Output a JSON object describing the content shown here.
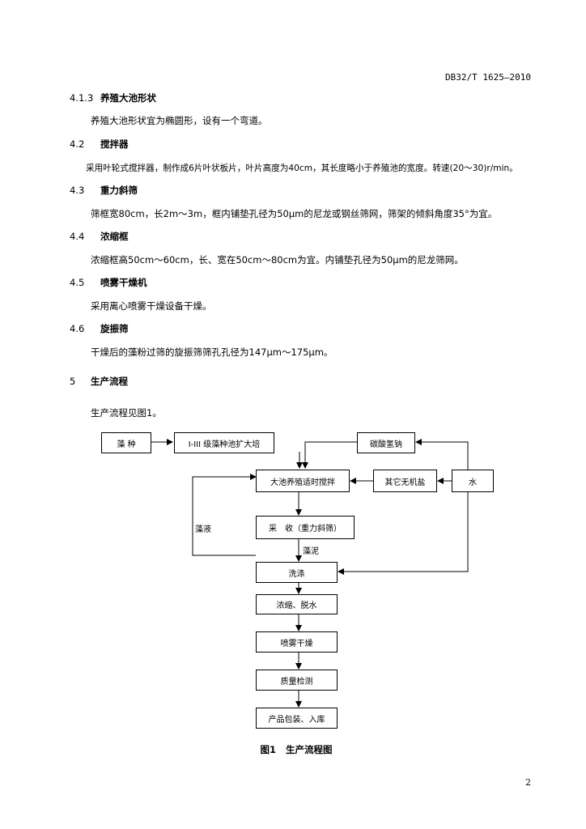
{
  "header": {
    "code": "DB32/T 1625—2010"
  },
  "sections": [
    {
      "num": "4.1.3",
      "title": "养殖大池形状",
      "body": "养殖大池形状宜为椭圆形，设有一个弯道。"
    },
    {
      "num": "4.2",
      "title": "搅拌器",
      "body": "采用叶轮式搅拌器，制作成6片叶状板片，叶片高度为40cm，其长度略小于养殖池的宽度。转速(20～30)r/min。"
    },
    {
      "num": "4.3",
      "title": "重力斜筛",
      "body": "筛框宽80cm，长2m～3m，框内铺垫孔径为50μm的尼龙或钢丝筛网，筛架的倾斜角度35°为宜。"
    },
    {
      "num": "4.4",
      "title": "浓缩框",
      "body": "浓缩框高50cm～60cm，长、宽在50cm～80cm为宜。内铺垫孔径为50μm的尼龙筛网。"
    },
    {
      "num": "4.5",
      "title": "喷雾干燥机",
      "body": "采用离心喷雾干燥设备干燥。"
    },
    {
      "num": "4.6",
      "title": "旋振筛",
      "body": "干燥后的藻粉过筛的旋振筛筛孔孔径为147μm～175μm。"
    }
  ],
  "chapter5": {
    "num": "5",
    "title": "生产流程",
    "body": "生产流程见图1。"
  },
  "flowchart": {
    "boxes": {
      "algae_seed": "藻 种",
      "expand_pond": "I-III 级藻种池扩大培",
      "bicarbonate": "碳酸氢钠",
      "big_pond": "大池养殖适时搅拌",
      "other_salts": "其它无机盐",
      "water": "水",
      "harvest": "采　收（重力斜筛）",
      "wash": "洗涤",
      "concentrate": "浓缩、脱水",
      "spray_dry": "喷雾干燥",
      "quality": "质量检测",
      "package": "产品包装、入库"
    },
    "labels": {
      "algae_liquid": "藻液",
      "algae_mud": "藻泥"
    }
  },
  "figure": {
    "num": "图1",
    "title": "生产流程图"
  },
  "page_number": "2"
}
